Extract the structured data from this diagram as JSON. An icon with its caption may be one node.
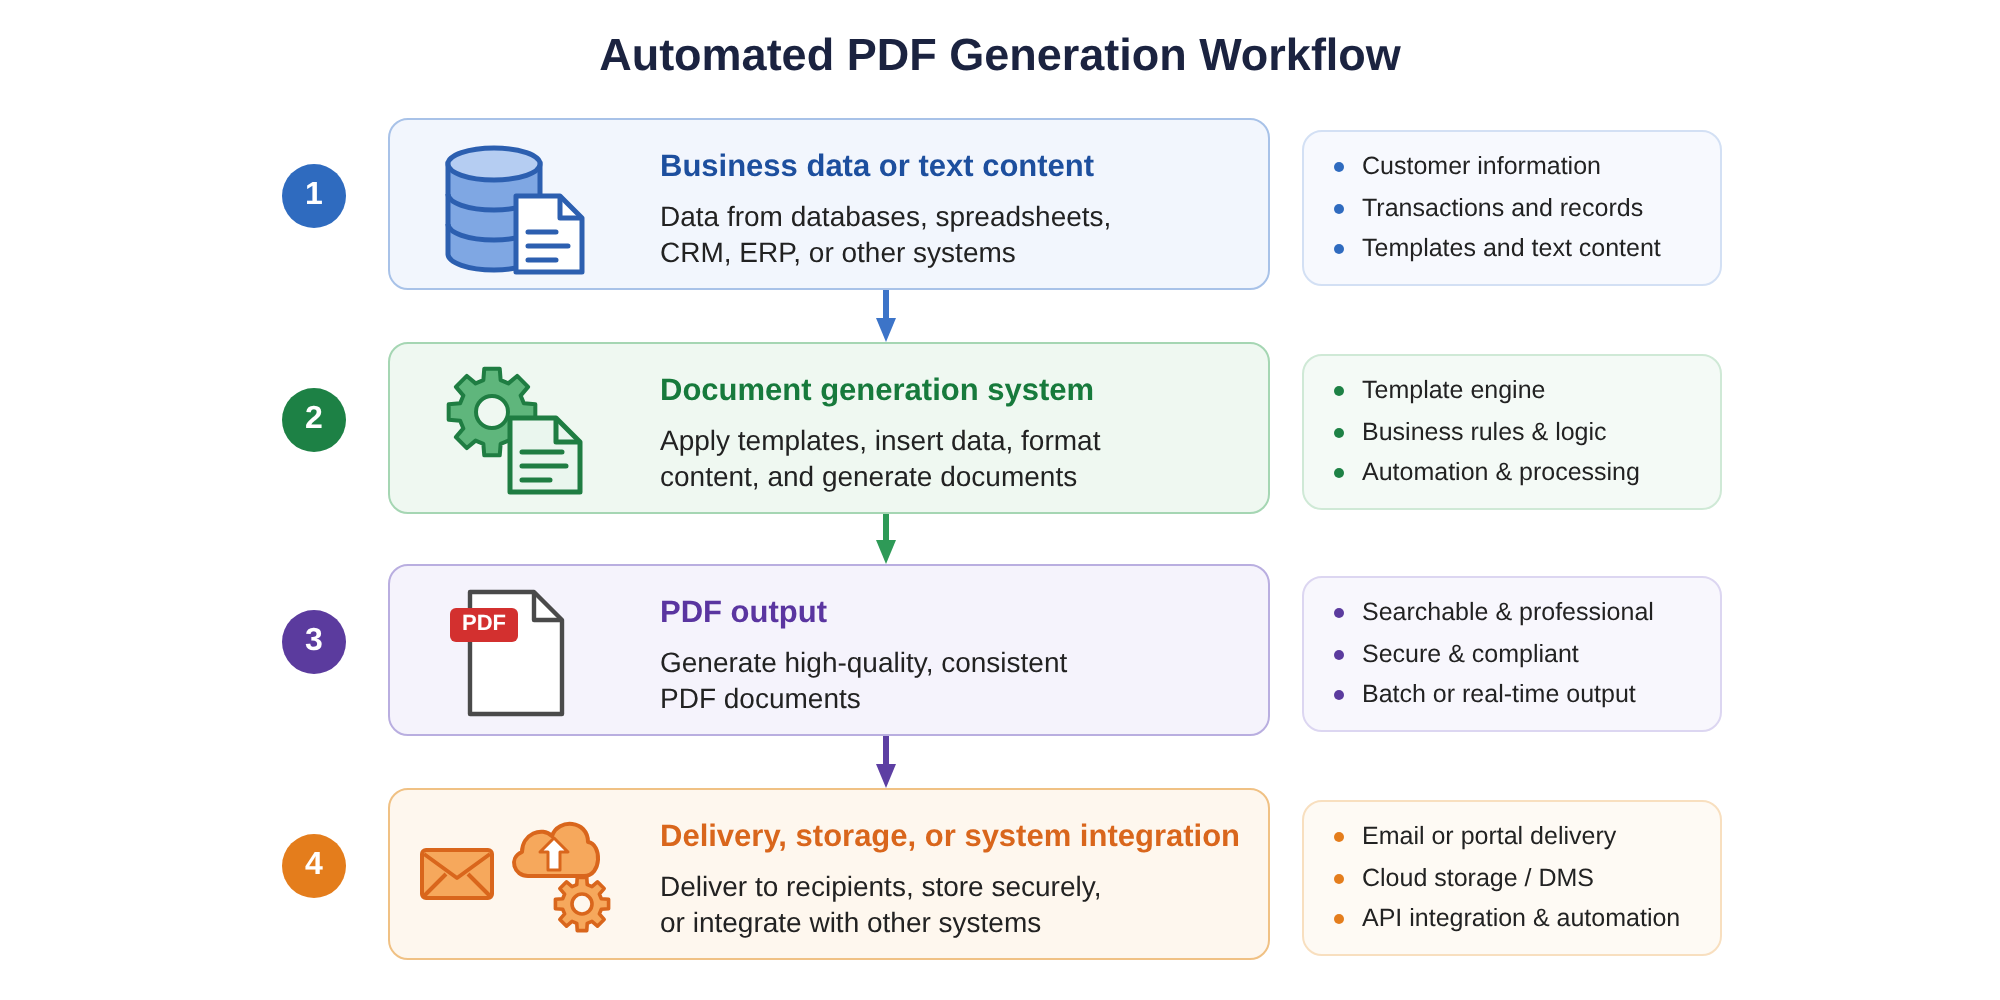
{
  "diagram": {
    "title": "Automated PDF Generation Workflow",
    "nodes": [
      {
        "text": [
          "1"
        ]
      },
      {
        "text": [
          "Business data or text content",
          "Data from databases, spreadsheets, CRM, ERP, or other systems"
        ]
      },
      {
        "text": [
          "Customer information",
          "Transactions and records",
          "Templates and text content"
        ]
      },
      {
        "text": [
          "2"
        ]
      },
      {
        "text": [
          "Document generation system",
          "Apply templates, insert data, format content, and generate documents"
        ]
      },
      {
        "text": [
          "Template engine",
          "Business rules & logic",
          "Automation & processing"
        ]
      },
      {
        "text": [
          "3"
        ]
      },
      {
        "text": [
          "PDF",
          "PDF output",
          "Generate high-quality, consistent PDF documents"
        ]
      },
      {
        "text": [
          "Searchable & professional",
          "Secure & compliant",
          "Batch or real-time output"
        ]
      },
      {
        "text": [
          "4"
        ]
      },
      {
        "text": [
          "Delivery, storage, or system integration",
          "Deliver to recipients, store securely, or integrate with other systems"
        ]
      },
      {
        "text": [
          "Email or portal delivery",
          "Cloud storage / DMS",
          "API integration & automation"
        ]
      }
    ],
    "edges": [
      {
        "from": 1,
        "to": 4,
        "arrow": "to",
        "color": "#3c74c8"
      },
      {
        "from": 4,
        "to": 7,
        "arrow": "to",
        "color": "#2e9a57"
      },
      {
        "from": 7,
        "to": 10,
        "arrow": "to",
        "color": "#5d3fa3"
      }
    ]
  }
}
